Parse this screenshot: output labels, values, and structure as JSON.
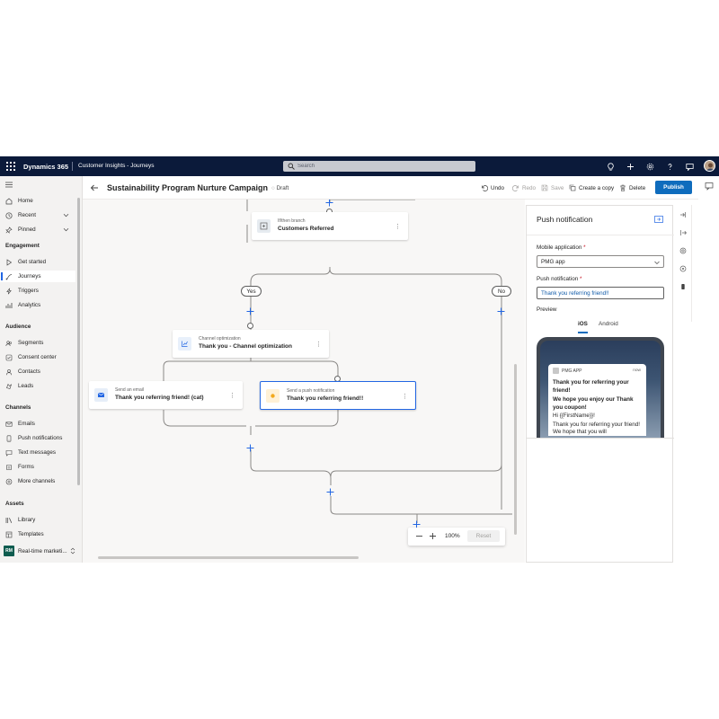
{
  "topbar": {
    "brand": "Dynamics 365",
    "app_name": "Customer Insights - Journeys",
    "search_placeholder": "Search"
  },
  "nav": {
    "items": [
      {
        "label": "Home",
        "icon": "home-icon"
      },
      {
        "label": "Recent",
        "icon": "clock-icon"
      },
      {
        "label": "Pinned",
        "icon": "pin-icon"
      }
    ],
    "sections": [
      {
        "heading": "Engagement",
        "items": [
          {
            "label": "Get started",
            "icon": "play-icon"
          },
          {
            "label": "Journeys",
            "icon": "journey-icon",
            "active": true
          },
          {
            "label": "Triggers",
            "icon": "trigger-icon"
          },
          {
            "label": "Analytics",
            "icon": "analytics-icon"
          }
        ]
      },
      {
        "heading": "Audience",
        "items": [
          {
            "label": "Segments",
            "icon": "segments-icon"
          },
          {
            "label": "Consent center",
            "icon": "consent-icon"
          },
          {
            "label": "Contacts",
            "icon": "contact-icon"
          },
          {
            "label": "Leads",
            "icon": "leads-icon"
          }
        ]
      },
      {
        "heading": "Channels",
        "items": [
          {
            "label": "Emails",
            "icon": "mail-icon"
          },
          {
            "label": "Push notifications",
            "icon": "push-icon"
          },
          {
            "label": "Text messages",
            "icon": "sms-icon"
          },
          {
            "label": "Forms",
            "icon": "forms-icon"
          },
          {
            "label": "More channels",
            "icon": "more-channels-icon"
          }
        ]
      },
      {
        "heading": "Assets",
        "items": [
          {
            "label": "Library",
            "icon": "library-icon"
          },
          {
            "label": "Templates",
            "icon": "templates-icon"
          }
        ]
      }
    ],
    "area_switcher": {
      "badge": "RM",
      "label": "Real-time marketi..."
    }
  },
  "command_bar": {
    "title": "Sustainability Program Nurture Campaign",
    "status": "Draft",
    "undo": "Undo",
    "redo": "Redo",
    "save": "Save",
    "copy": "Create a copy",
    "delete": "Delete",
    "publish": "Publish"
  },
  "canvas": {
    "branch_card": {
      "type": "If/then branch",
      "name": "Customers Referred"
    },
    "yes_label": "Yes",
    "no_label": "No",
    "channel_card": {
      "type": "Channel optimization",
      "name": "Thank you - Channel optimization"
    },
    "email_card": {
      "type": "Send an email",
      "name": "Thank you referring friend! (cat)"
    },
    "push_card": {
      "type": "Send a push notification",
      "name": "Thank you referring friend!!"
    },
    "zoom": "100%",
    "reset": "Reset"
  },
  "panel": {
    "title": "Push notification",
    "mobile_app_label": "Mobile application",
    "mobile_app_value": "PMG app",
    "push_label": "Push notification",
    "push_value": "Thank you referring friend!!",
    "preview_label": "Preview",
    "tabs": [
      "iOS",
      "Android"
    ],
    "preview": {
      "app_name": "PMG APP",
      "time": "now",
      "title": "Thank you for referring your friend!",
      "subtitle": "We hope you enjoy our Thank you coupon!",
      "greeting": "Hi {{FirstName}}!",
      "body": "Thank you for referring your friend! We hope that you will"
    }
  },
  "colors": {
    "topbar": "#0b1a3a",
    "accent": "#0f6cbd",
    "selected_border": "#2266e3"
  }
}
